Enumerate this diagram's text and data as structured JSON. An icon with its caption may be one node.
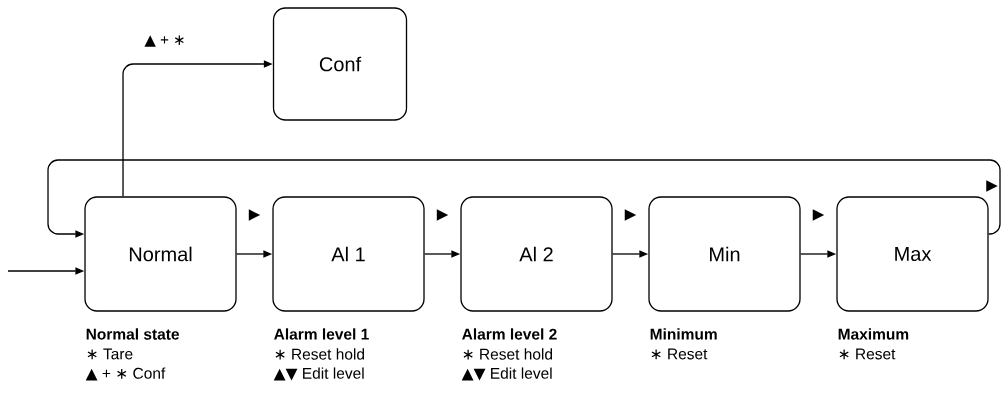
{
  "diagram": {
    "nodes": [
      {
        "text": [
          "Conf"
        ]
      },
      {
        "text": [
          "Normal"
        ],
        "beside": [
          "Normal state",
          "∗ Tare",
          "▲ + ∗ Conf"
        ]
      },
      {
        "text": [
          "Al 1"
        ],
        "beside": [
          "Alarm level 1",
          "∗ Reset hold",
          "▲▼ Edit level"
        ]
      },
      {
        "text": [
          "Al 2"
        ],
        "beside": [
          "Alarm level 2",
          "∗ Reset hold",
          "▲▼ Edit level"
        ]
      },
      {
        "text": [
          "Min"
        ],
        "beside": [
          "Minimum",
          "∗ Reset"
        ]
      },
      {
        "text": [
          "Max"
        ],
        "beside": [
          "Maximum",
          "∗ Reset"
        ]
      }
    ],
    "edges": [
      {
        "from": null,
        "to": 1,
        "arrow": "to"
      },
      {
        "from": 1,
        "to": 0,
        "arrow": "to",
        "label": "▲ + ∗"
      },
      {
        "from": 1,
        "to": 2,
        "arrow": "to",
        "label": "▶"
      },
      {
        "from": 2,
        "to": 3,
        "arrow": "to",
        "label": "▶"
      },
      {
        "from": 3,
        "to": 4,
        "arrow": "to",
        "label": "▶"
      },
      {
        "from": 4,
        "to": 5,
        "arrow": "to",
        "label": "▶"
      },
      {
        "from": 5,
        "to": 1,
        "arrow": "to",
        "label": "▶"
      }
    ]
  }
}
